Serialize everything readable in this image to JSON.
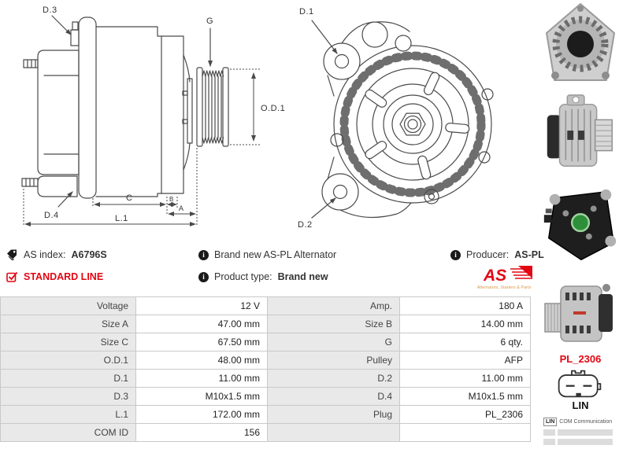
{
  "info": {
    "as_index_label": "AS index:",
    "as_index_value": "A6796S",
    "standard_line": "STANDARD LINE",
    "brand_new": "Brand new AS-PL Alternator",
    "product_type_label": "Product type:",
    "product_type_value": "Brand new",
    "producer_label": "Producer:",
    "producer_value": "AS-PL",
    "logo": {
      "text": "AS",
      "tagline": "Alternators, Starters & Parts"
    }
  },
  "diagram": {
    "side_labels": {
      "d3": "D.3",
      "d4": "D.4",
      "g": "G",
      "od1": "O.D.1",
      "c": "C",
      "b": "B",
      "a": "A",
      "l1": "L.1"
    },
    "front_labels": {
      "d1": "D.1",
      "d2": "D.2"
    }
  },
  "table": {
    "rows": [
      {
        "l1": "Voltage",
        "v1": "12 V",
        "l2": "Amp.",
        "v2": "180 A"
      },
      {
        "l1": "Size A",
        "v1": "47.00 mm",
        "l2": "Size B",
        "v2": "14.00 mm"
      },
      {
        "l1": "Size C",
        "v1": "67.50 mm",
        "l2": "G",
        "v2": "6 qty."
      },
      {
        "l1": "O.D.1",
        "v1": "48.00 mm",
        "l2": "Pulley",
        "v2": "AFP"
      },
      {
        "l1": "D.1",
        "v1": "11.00 mm",
        "l2": "D.2",
        "v2": "11.00 mm"
      },
      {
        "l1": "D.3",
        "v1": "M10x1.5 mm",
        "l2": "D.4",
        "v2": "M10x1.5 mm"
      },
      {
        "l1": "L.1",
        "v1": "172.00 mm",
        "l2": "Plug",
        "v2": "PL_2306"
      },
      {
        "l1": "COM ID",
        "v1": "156",
        "l2": "",
        "v2": ""
      }
    ]
  },
  "plug": {
    "name": "PL_2306",
    "pin_label": "LIN",
    "legend_pin": "LIN",
    "legend_desc": "COM Communication"
  },
  "colors": {
    "accent_red": "#e30613",
    "table_label_bg": "#e9e9e9",
    "table_border": "#c9c9c9",
    "drawing_line": "#4a4a4a"
  }
}
